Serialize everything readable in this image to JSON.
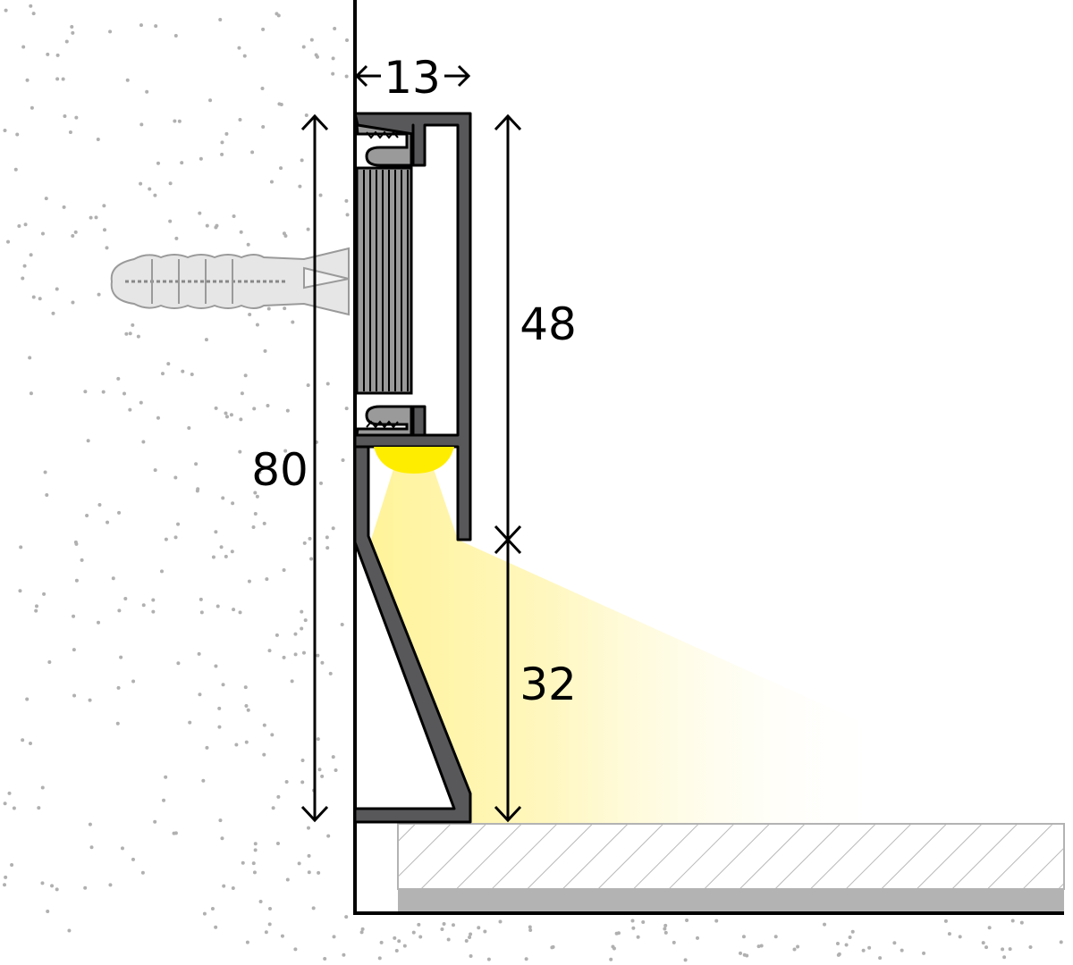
{
  "dimensions": {
    "width_label": "13",
    "total_height_label": "80",
    "upper_height_label": "48",
    "lower_height_label": "32"
  },
  "colors": {
    "profile": "#58585a",
    "mount": "#9a9a9a",
    "led": "#ffed00",
    "light": "#fff6a8",
    "floor_base": "#b3b3b3",
    "dowel": "#e6e6e6",
    "wall_dots": "#b0b0b0"
  }
}
